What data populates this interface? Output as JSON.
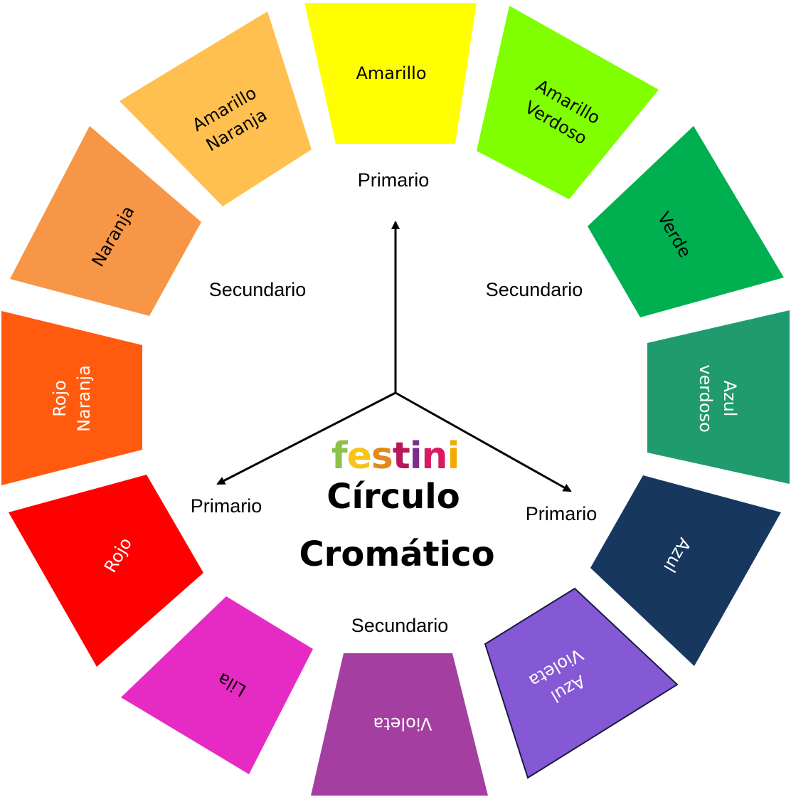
{
  "title": {
    "line1": "Círculo",
    "line2": "Cromático"
  },
  "logo": {
    "letters": [
      "f",
      "e",
      "s",
      "t",
      "i",
      "n",
      "i"
    ],
    "colors": [
      "#8bc34a",
      "#f5c518",
      "#e08a1e",
      "#b5195b",
      "#7b2d8e",
      "#d81b60",
      "#f2a900"
    ]
  },
  "segments": [
    {
      "id": "amarillo",
      "lines": [
        "Amarillo"
      ],
      "color": "#ffff00",
      "text_color": "#000000"
    },
    {
      "id": "amarillo-verdoso",
      "lines": [
        "Amarillo",
        "Verdoso"
      ],
      "color": "#7fff00",
      "text_color": "#000000"
    },
    {
      "id": "verde",
      "lines": [
        "Verde"
      ],
      "color": "#00b050",
      "text_color": "#000000"
    },
    {
      "id": "azul-verdoso",
      "lines": [
        "Azul",
        "verdoso"
      ],
      "color": "#1f9b6e",
      "text_color": "#ffffff"
    },
    {
      "id": "azul",
      "lines": [
        "Azul"
      ],
      "color": "#17375e",
      "text_color": "#ffffff"
    },
    {
      "id": "azul-violeta",
      "lines": [
        "Azul",
        "Violeta"
      ],
      "color": "#8558d6",
      "text_color": "#ffffff"
    },
    {
      "id": "violeta",
      "lines": [
        "Violeta"
      ],
      "color": "#a43fa1",
      "text_color": "#ffffff"
    },
    {
      "id": "lila",
      "lines": [
        "Lila"
      ],
      "color": "#e52bc3",
      "text_color": "#000000"
    },
    {
      "id": "rojo",
      "lines": [
        "Rojo"
      ],
      "color": "#ff0000",
      "text_color": "#ffffff"
    },
    {
      "id": "rojo-naranja",
      "lines": [
        "Rojo",
        "Naranja"
      ],
      "color": "#ff5a0d",
      "text_color": "#ffffff"
    },
    {
      "id": "naranja",
      "lines": [
        "Naranja"
      ],
      "color": "#f79646",
      "text_color": "#000000"
    },
    {
      "id": "amarillo-naranja",
      "lines": [
        "Amarillo",
        "Naranja"
      ],
      "color": "#ffc04f",
      "text_color": "#000000"
    }
  ],
  "categories": {
    "primario_top": "Primario",
    "primario_left": "Primario",
    "primario_right": "Primario",
    "secundario_left": "Secundario",
    "secundario_right": "Secundario",
    "secundario_bottom": "Secundario"
  }
}
